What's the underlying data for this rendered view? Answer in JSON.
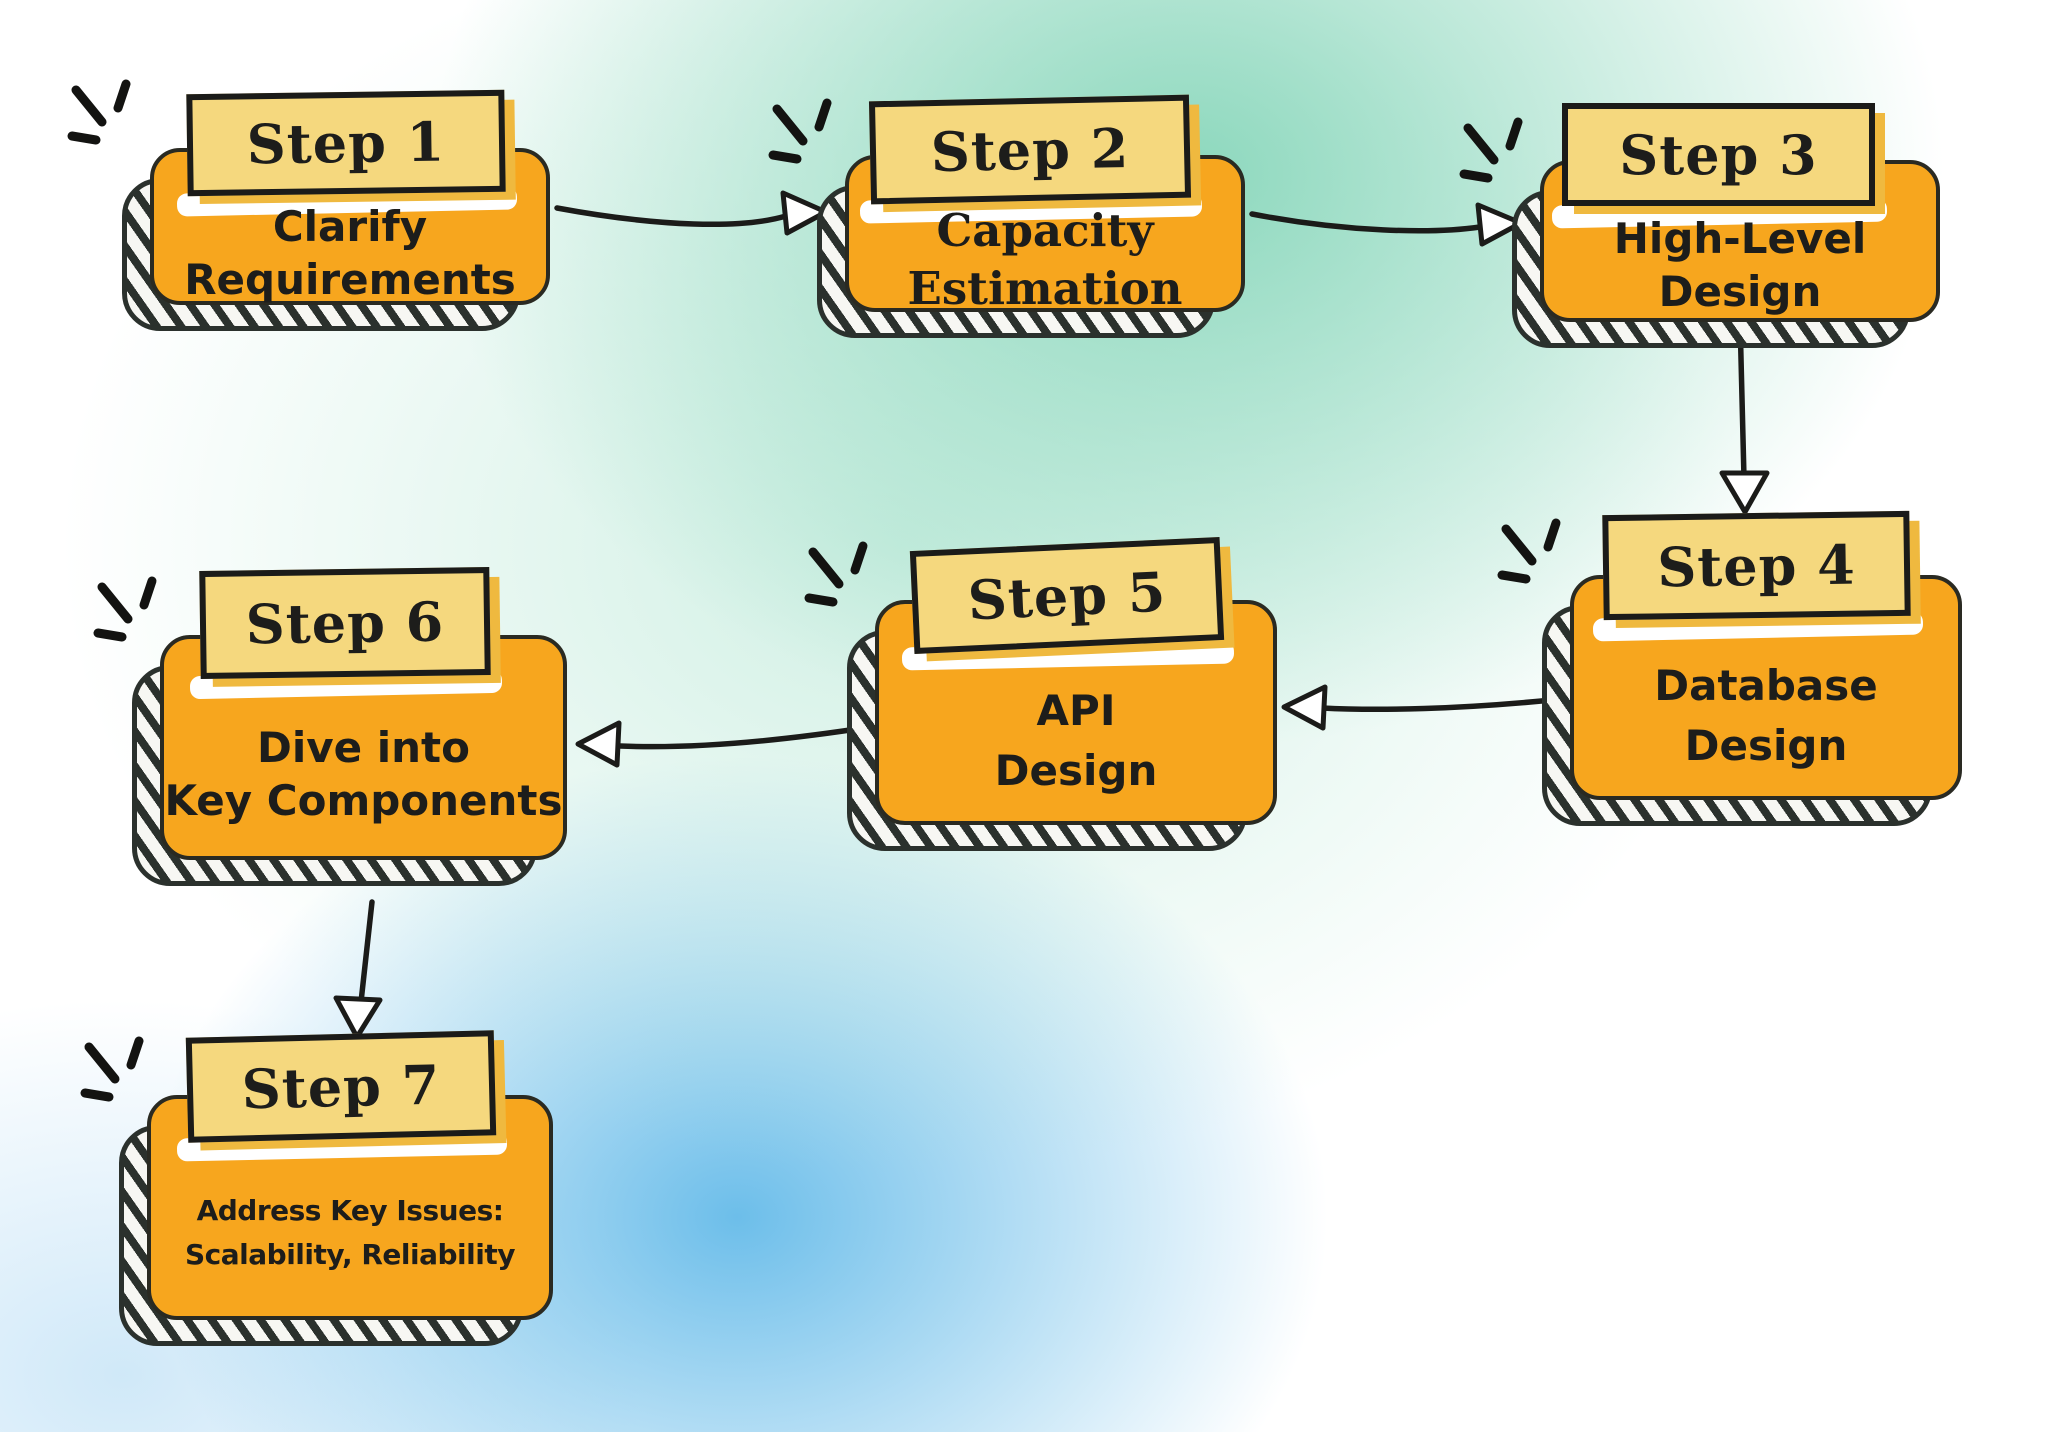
{
  "diagram": {
    "type": "flowchart",
    "topic": "System design interview steps",
    "colors": {
      "card_orange": "#F7A61E",
      "badge_yellow": "#F5D87E",
      "badge_shadow_yellow": "#EFB93F",
      "ink": "#1B1B19",
      "hatch_dark": "#2B312D",
      "bg_teal": "#87D6BA",
      "bg_blue": "#58B5E7",
      "bg_base": "#FFFFFF"
    }
  },
  "steps": [
    {
      "badge": "Step 1",
      "lines": [
        "Clarify",
        "Requirements"
      ]
    },
    {
      "badge": "Step 2",
      "lines": [
        "Capacity",
        "Estimation"
      ]
    },
    {
      "badge": "Step 3",
      "lines": [
        "High-Level",
        "Design"
      ]
    },
    {
      "badge": "Step 4",
      "lines": [
        "Database",
        "Design"
      ]
    },
    {
      "badge": "Step 5",
      "lines": [
        "API",
        "Design"
      ]
    },
    {
      "badge": "Step 6",
      "lines": [
        "Dive into",
        "Key Components"
      ]
    },
    {
      "badge": "Step 7",
      "lines": [
        "Address Key Issues:",
        "Scalability, Reliability"
      ]
    }
  ],
  "flow": {
    "sequence": [
      "Step 1 → Step 2",
      "Step 2 → Step 3",
      "Step 3 → Step 4",
      "Step 4 → Step 5",
      "Step 5 → Step 6",
      "Step 6 → Step 7"
    ]
  }
}
